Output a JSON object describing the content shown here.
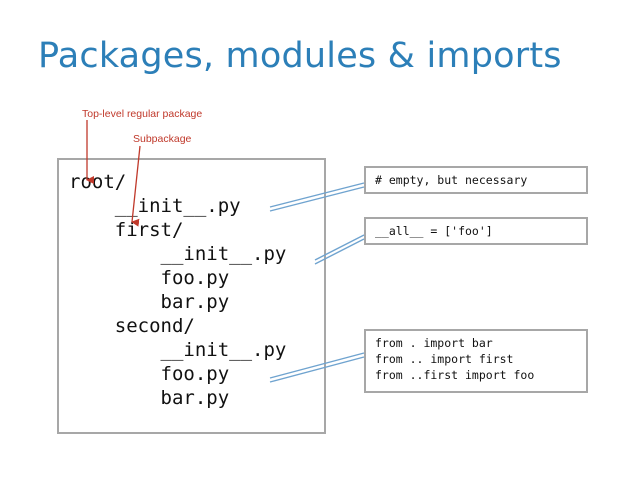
{
  "title": "Packages, modules & imports",
  "annotations": {
    "top_level": "Top-level regular package",
    "subpackage": "Subpackage"
  },
  "tree": [
    "root/",
    "    __init__.py",
    "    first/",
    "        __init__.py",
    "        foo.py",
    "        bar.py",
    "    second/",
    "        __init__.py",
    "        foo.py",
    "        bar.py"
  ],
  "notes": {
    "root_init": "# empty, but necessary",
    "first_init": "__all__ = ['foo']",
    "second_foo": [
      "from . import bar",
      "from .. import first",
      "from ..first import foo"
    ]
  },
  "colors": {
    "title": "#2c7fb8",
    "annotation": "#c0392b",
    "border": "#a7a7a7",
    "connector": "#6fa3cf"
  }
}
